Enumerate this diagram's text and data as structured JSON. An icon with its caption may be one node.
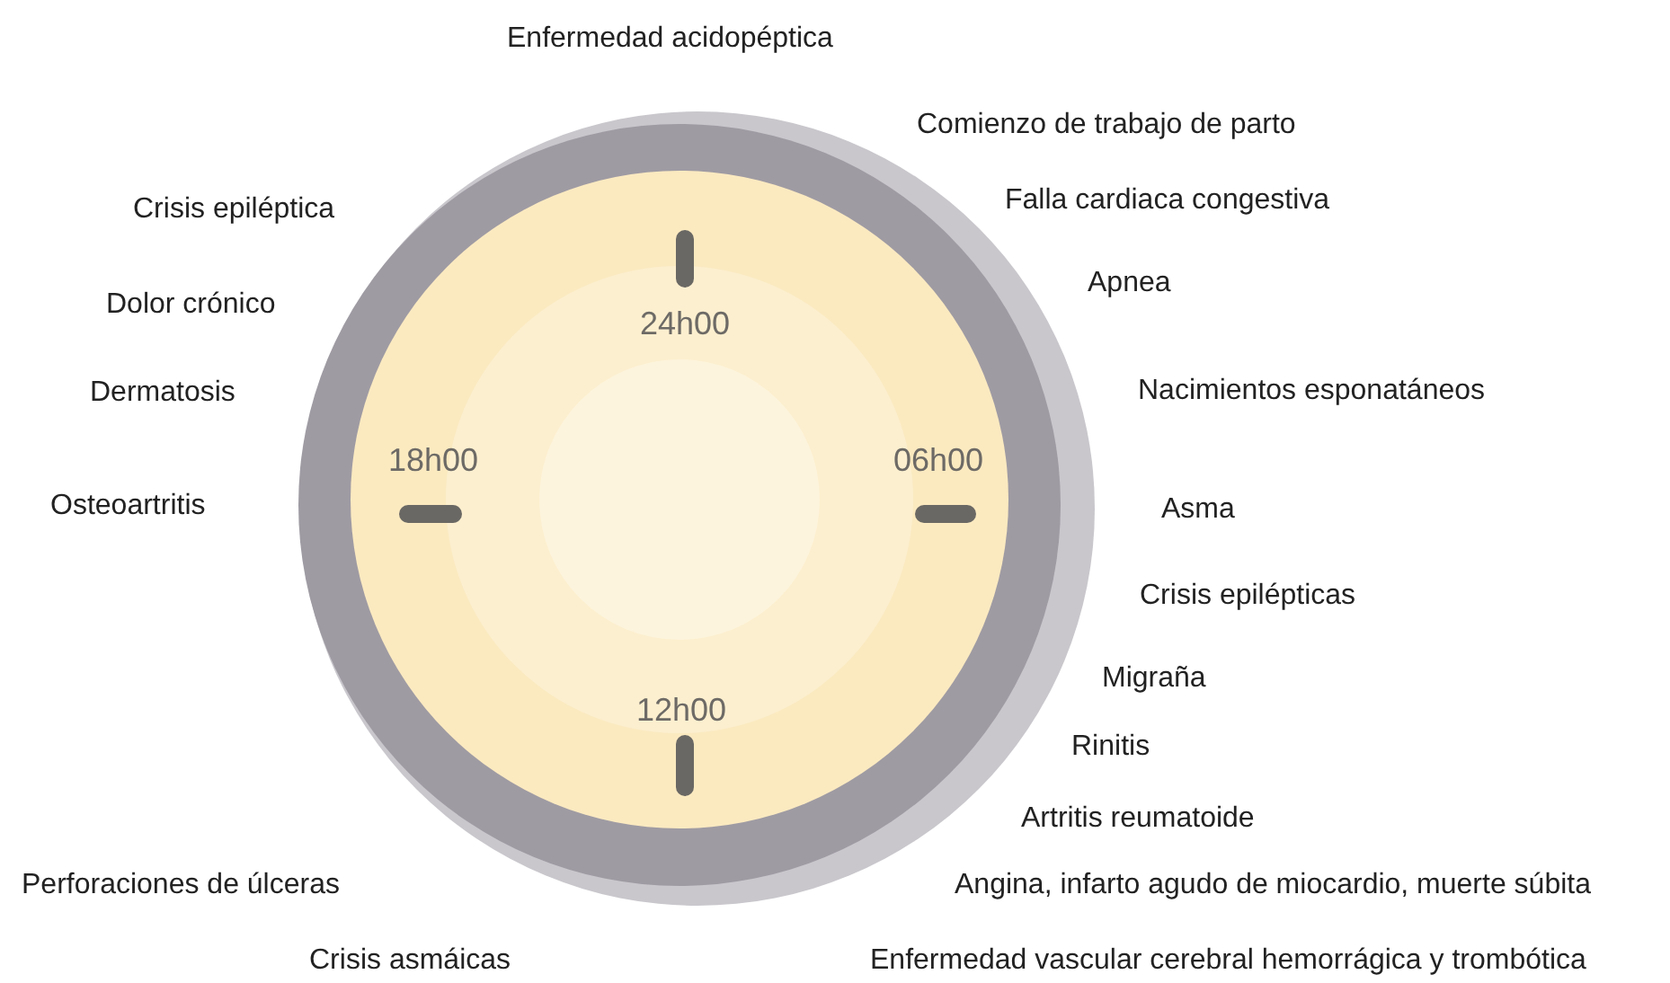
{
  "diagram": {
    "labels": [
      "Enfermedad acidopéptica",
      "Comienzo de trabajo de parto",
      "Crisis epiléptica",
      "Falla cardiaca congestiva",
      "Apnea",
      "Dolor crónico",
      "24h00",
      "Dermatosis",
      "Nacimientos esponatáneos",
      "18h00",
      "06h00",
      "Osteoartritis",
      "Asma",
      "Crisis epilépticas",
      "Migraña",
      "12h00",
      "Rinitis",
      "Artritis reumatoide",
      "Perforaciones de úlceras",
      "Angina, infarto agudo de miocardio, muerte súbita",
      "Crisis asmáicas",
      "Enfermedad vascular cerebral hemorrágica y trombótica"
    ]
  }
}
